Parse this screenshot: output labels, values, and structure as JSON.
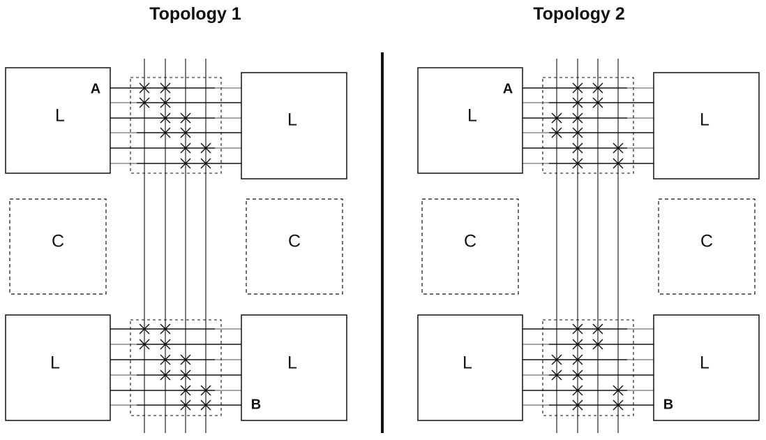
{
  "titles": [
    "Topology 1",
    "Topology 2"
  ],
  "labels": {
    "logic": "L",
    "cache": "C",
    "endpoint_a": "A",
    "endpoint_b": "B"
  },
  "colors": {
    "stroke": "#111111",
    "background": "#ffffff"
  }
}
